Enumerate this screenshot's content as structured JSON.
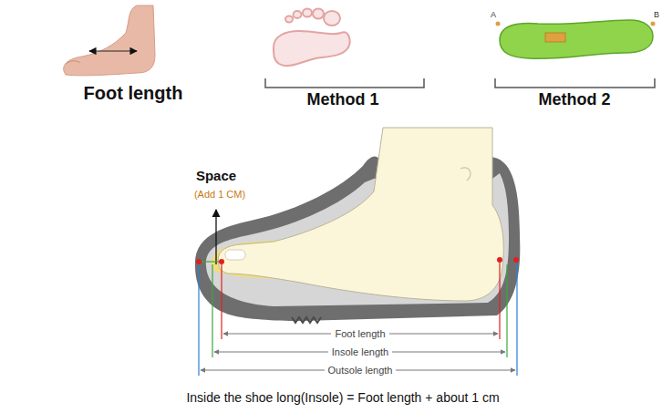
{
  "diagram": {
    "caption": "Inside the shoe long(Insole) = Foot length + about 1 cm",
    "labels": [
      "Foot length",
      "Method 1",
      "Method 2",
      "A",
      "B",
      "Space",
      "(Add 1 CM)",
      "Foot length",
      "Insole length",
      "Outsole length"
    ]
  }
}
